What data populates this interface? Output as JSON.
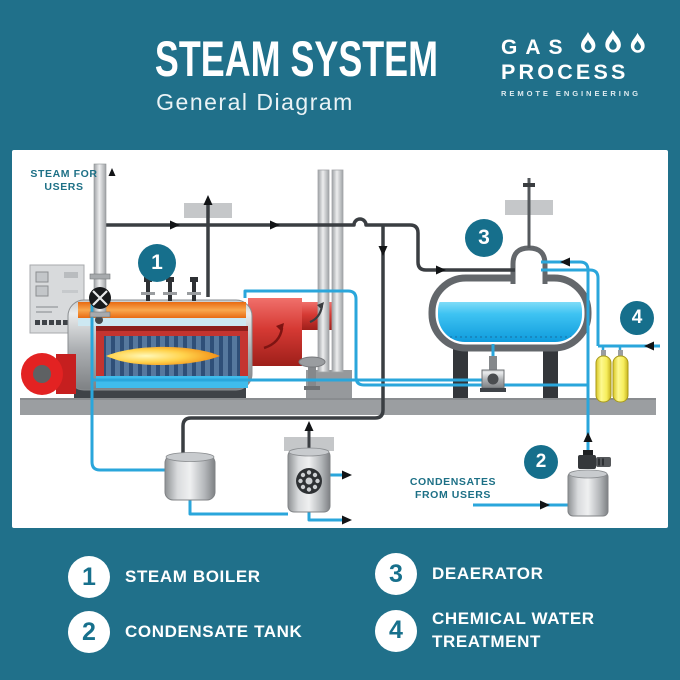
{
  "header": {
    "title": "STEAM SYSTEM",
    "subtitle": "General Diagram"
  },
  "logo": {
    "line1": "GAS",
    "line2": "PROCESS",
    "tagline": "REMOTE ENGINEERING",
    "flame_icon_count": 3
  },
  "diagram": {
    "steam_for_users": "STEAM FOR\nUSERS",
    "condensates_from_users": "CONDENSATES\nFROM USERS",
    "badges": {
      "boiler": "1",
      "condensate": "2",
      "deaerator": "3",
      "chemical": "4"
    }
  },
  "legend": {
    "items": [
      {
        "number": "1",
        "label": "STEAM BOILER"
      },
      {
        "number": "2",
        "label": "CONDENSATE TANK"
      },
      {
        "number": "3",
        "label": "DEAERATOR"
      },
      {
        "number": "4",
        "label": "CHEMICAL WATER TREATMENT"
      }
    ]
  },
  "colors": {
    "background_teal": "#20708A",
    "badge_teal": "#166F8C",
    "diagram_label_teal": "#1D7086",
    "pipe_blue": "#2AA6DB",
    "pipe_dark": "#3A3E42",
    "water_blue": "#2FBCEF",
    "flame_orange": "#F59A1E",
    "boiler_red": "#C43430",
    "chemical_yellow": "#F7EE5E",
    "metal_gray": "#B5B8BB",
    "ground_gray": "#9B9EA1",
    "white": "#FFFFFF"
  }
}
